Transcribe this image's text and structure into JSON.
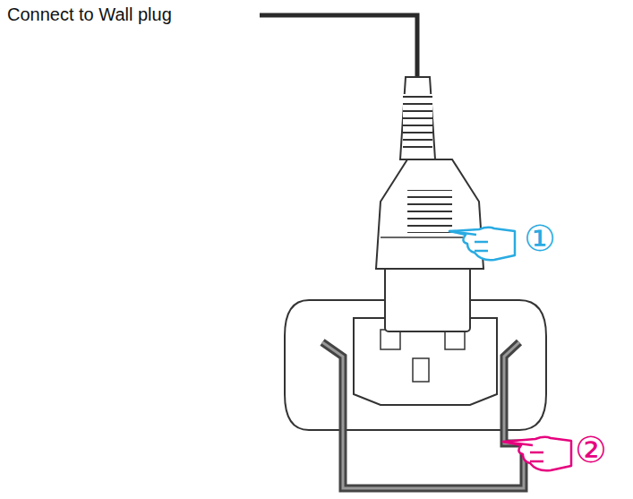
{
  "diagram": {
    "labels": [
      "Connect to Wall plug",
      "①",
      "②"
    ]
  }
}
